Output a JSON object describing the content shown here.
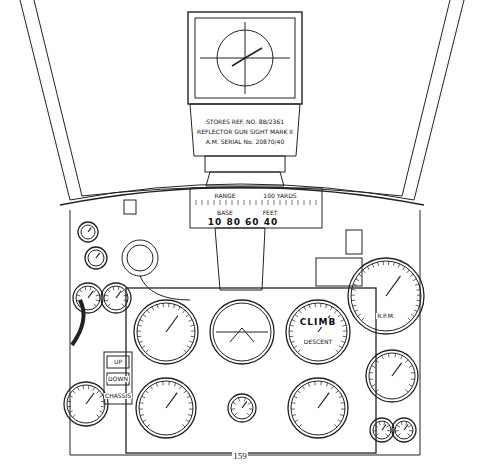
{
  "diagram": {
    "labels": [
      "STORES REF. NO. 8B/2361",
      "REFLECTOR GUN SIGHT MARK II",
      "A.M. SERIAL No. 20870/40",
      "RANGE",
      "100 YARDS",
      "BASE",
      "FEET",
      "10 80 60 40",
      "R.P.M.",
      "CLIMB",
      "DESCENT",
      "UP",
      "DOWN",
      "CHASSIS",
      "159"
    ]
  }
}
